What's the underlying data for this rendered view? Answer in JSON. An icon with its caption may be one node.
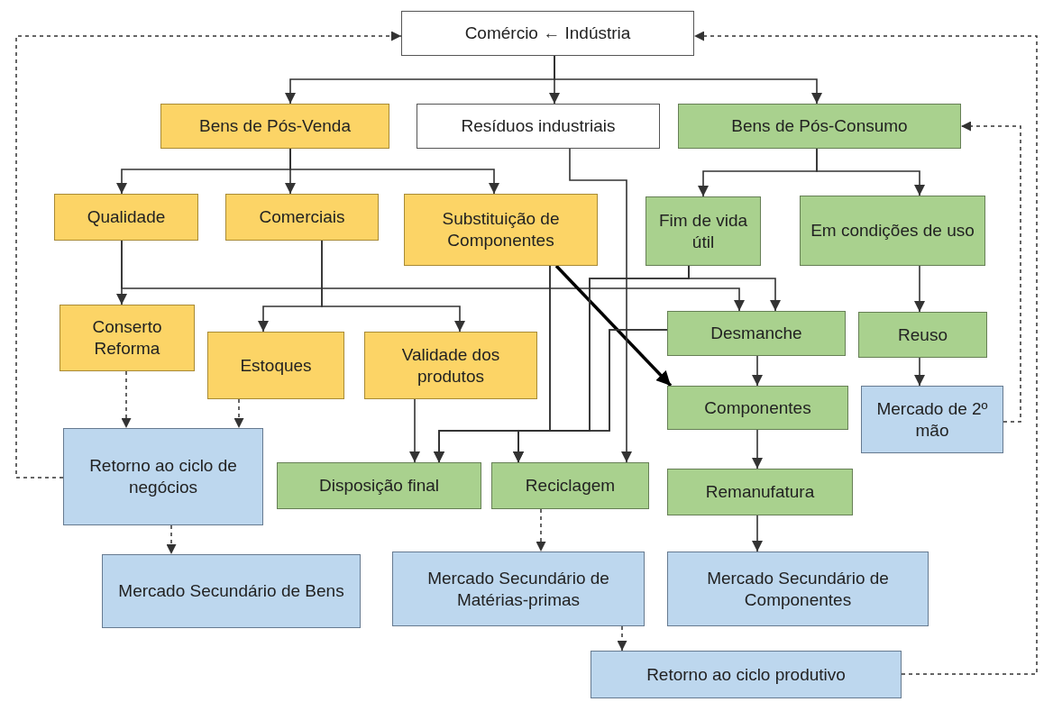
{
  "diagram": {
    "nodes": [
      {
        "text": [
          "Comércio ← Indústria"
        ]
      },
      {
        "text": [
          "Bens de Pós-Venda"
        ]
      },
      {
        "text": [
          "Resíduos industriais"
        ]
      },
      {
        "text": [
          "Bens de Pós-Consumo"
        ]
      },
      {
        "text": [
          "Qualidade"
        ]
      },
      {
        "text": [
          "Comerciais"
        ]
      },
      {
        "text": [
          "Substituição de Componentes"
        ]
      },
      {
        "text": [
          "Fim de vida útil"
        ]
      },
      {
        "text": [
          "Em condições de uso"
        ]
      },
      {
        "text": [
          "Conserto Reforma"
        ]
      },
      {
        "text": [
          "Estoques"
        ]
      },
      {
        "text": [
          "Validade dos produtos"
        ]
      },
      {
        "text": [
          "Desmanche"
        ]
      },
      {
        "text": [
          "Reuso"
        ]
      },
      {
        "text": [
          "Componentes"
        ]
      },
      {
        "text": [
          "Mercado de 2º mão"
        ]
      },
      {
        "text": [
          "Retorno ao ciclo de negócios"
        ]
      },
      {
        "text": [
          "Disposição final"
        ]
      },
      {
        "text": [
          "Reciclagem"
        ]
      },
      {
        "text": [
          "Remanufatura"
        ]
      },
      {
        "text": [
          "Mercado Secundário de Bens"
        ]
      },
      {
        "text": [
          "Mercado Secundário de Matérias-primas"
        ]
      },
      {
        "text": [
          "Mercado Secundário de Componentes"
        ]
      },
      {
        "text": [
          "Retorno ao ciclo produtivo"
        ]
      }
    ],
    "edges": [
      {
        "from": 0,
        "to": 1,
        "arrow": "to"
      },
      {
        "from": 0,
        "to": 2,
        "arrow": "to"
      },
      {
        "from": 0,
        "to": 3,
        "arrow": "to"
      },
      {
        "from": 1,
        "to": 4,
        "arrow": "to"
      },
      {
        "from": 1,
        "to": 5,
        "arrow": "to"
      },
      {
        "from": 1,
        "to": 6,
        "arrow": "to"
      },
      {
        "from": 3,
        "to": 7,
        "arrow": "to"
      },
      {
        "from": 3,
        "to": 8,
        "arrow": "to"
      },
      {
        "from": 4,
        "to": 9,
        "arrow": "to"
      },
      {
        "from": 4,
        "to": 12,
        "arrow": "to"
      },
      {
        "from": 5,
        "to": 10,
        "arrow": "to"
      },
      {
        "from": 5,
        "to": 11,
        "arrow": "to"
      },
      {
        "from": 6,
        "to": 14,
        "arrow": "to",
        "style": "thick",
        "color": "#000000"
      },
      {
        "from": 2,
        "to": 18,
        "arrow": "to"
      },
      {
        "from": 6,
        "to": 17,
        "arrow": "to"
      },
      {
        "from": 6,
        "to": 18,
        "arrow": "to"
      },
      {
        "from": 7,
        "to": 12,
        "arrow": "to"
      },
      {
        "from": 7,
        "to": 17,
        "arrow": "to"
      },
      {
        "from": 7,
        "to": 18,
        "arrow": "to"
      },
      {
        "from": 12,
        "to": 17,
        "arrow": "to"
      },
      {
        "from": 12,
        "to": 18,
        "arrow": "to"
      },
      {
        "from": 8,
        "to": 13,
        "arrow": "to"
      },
      {
        "from": 12,
        "to": 14,
        "arrow": "to"
      },
      {
        "from": 13,
        "to": 15,
        "arrow": "to"
      },
      {
        "from": 11,
        "to": 17,
        "arrow": "to"
      },
      {
        "from": 14,
        "to": 19,
        "arrow": "to"
      },
      {
        "from": 19,
        "to": 22,
        "arrow": "to"
      },
      {
        "from": 9,
        "to": 16,
        "arrow": "to",
        "style": "dashed"
      },
      {
        "from": 10,
        "to": 16,
        "arrow": "to",
        "style": "dashed"
      },
      {
        "from": 16,
        "to": 20,
        "arrow": "to",
        "style": "dashed"
      },
      {
        "from": 18,
        "to": 21,
        "arrow": "to",
        "style": "dashed"
      },
      {
        "from": 21,
        "to": 23,
        "arrow": "to",
        "style": "dashed"
      },
      {
        "from": 16,
        "to": 0,
        "arrow": "to",
        "style": "dashed"
      },
      {
        "from": 23,
        "to": 0,
        "arrow": "to",
        "style": "dashed"
      },
      {
        "from": 15,
        "to": 3,
        "arrow": "to",
        "style": "dashed"
      }
    ]
  }
}
